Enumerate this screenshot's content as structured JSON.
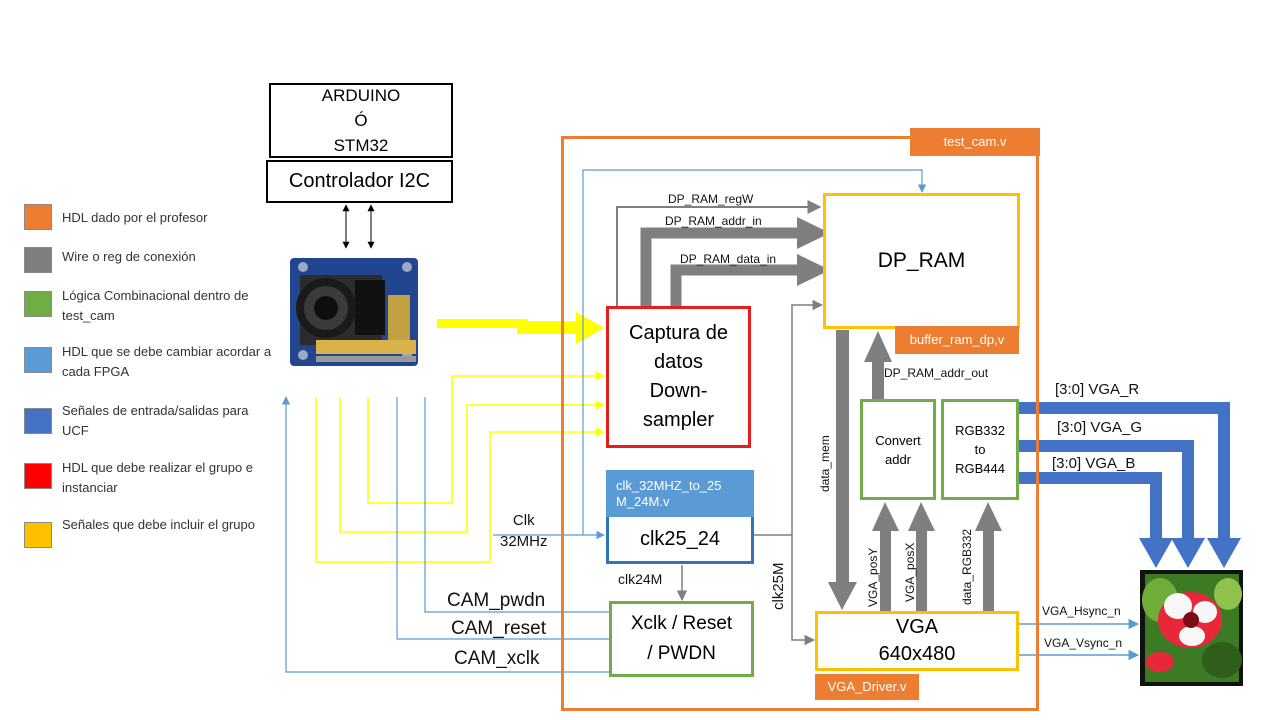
{
  "legend": [
    {
      "text": "HDL dado por el profesor",
      "color": "#ed7d31"
    },
    {
      "text": "Wire o reg  de conexión",
      "color": "#7f7f7f"
    },
    {
      "text": "Lógica Combinacional  dentro de test_cam",
      "color": "#70ad47"
    },
    {
      "text": "HDL que se debe cambiar acordar a cada FPGA",
      "color": "#5b9bd5"
    },
    {
      "text": "Señales de entrada/salidas para UCF",
      "color": "#4472c4"
    },
    {
      "text": "HDL que debe realizar el grupo e instanciar",
      "color": "#ff0000"
    },
    {
      "text": "Señales que debe incluir el grupo",
      "color": "#ffc000"
    }
  ],
  "colors": {
    "orange": "#ed7d31",
    "gray": "#7f7f7f",
    "green": "#70ad47",
    "lightblue": "#5b9bd5",
    "blue": "#4472c4",
    "red": "#e81c1c",
    "yellow": "#ffc000",
    "signal_yellow": "#ffff00"
  },
  "blocks": {
    "arduino": "ARDUINO\nÓ\nSTM32",
    "i2c": "Controlador I2C",
    "top_module": "test_cam.v",
    "capture": "Captura de\ndatos\nDown-\nsampler",
    "dp_ram": "DP_RAM",
    "dp_ram_file": "buffer_ram_dp,v",
    "clk_file": "clk_32MHZ_to_25\nM_24M.v",
    "clk": "clk25_24",
    "xclk": "Xclk / Reset\n/ PWDN",
    "convert": "Convert\naddr",
    "rgb": "RGB332\nto\nRGB444",
    "vga": "VGA\n640x480",
    "vga_file": "VGA_Driver.v"
  },
  "signals": {
    "regW": "DP_RAM_regW",
    "addr_in": "DP_RAM_addr_in",
    "data_in": "DP_RAM_data_in",
    "addr_out": "DP_RAM_addr_out",
    "vga_r": "[3:0] VGA_R",
    "vga_g": "[3:0] VGA_G",
    "vga_b": "[3:0] VGA_B",
    "data_mem": "data_mem",
    "clk_in": "Clk\n32MHz",
    "clk24": "clk24M",
    "clk25": "clk25M",
    "posY": "VGA_posY",
    "posX": "VGA_posX",
    "data_rgb": "data_RGB332",
    "hsync": "VGA_Hsync_n",
    "vsync": "VGA_Vsync_n",
    "pwdn": "CAM_pwdn",
    "reset": "CAM_reset",
    "xclk": "CAM_xclk"
  }
}
